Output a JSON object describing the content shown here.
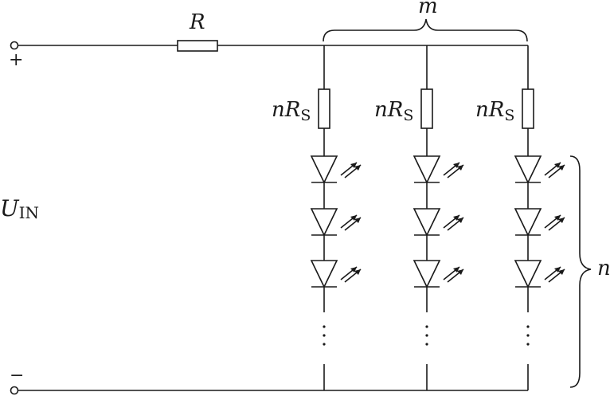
{
  "labels": {
    "resistor": "R",
    "parallel_count": "m",
    "series_count": "n",
    "branch_resistor_prefix": "nR",
    "branch_resistor_subscript": "S",
    "input_voltage": "U",
    "input_voltage_subscript": "IN",
    "plus_terminal": "+",
    "minus_terminal": "−",
    "ellipsis": "⋮"
  },
  "branches": 3,
  "leds_per_branch_shown": 3,
  "colors": {
    "line": "#1a1a1a",
    "background": "#ffffff"
  }
}
